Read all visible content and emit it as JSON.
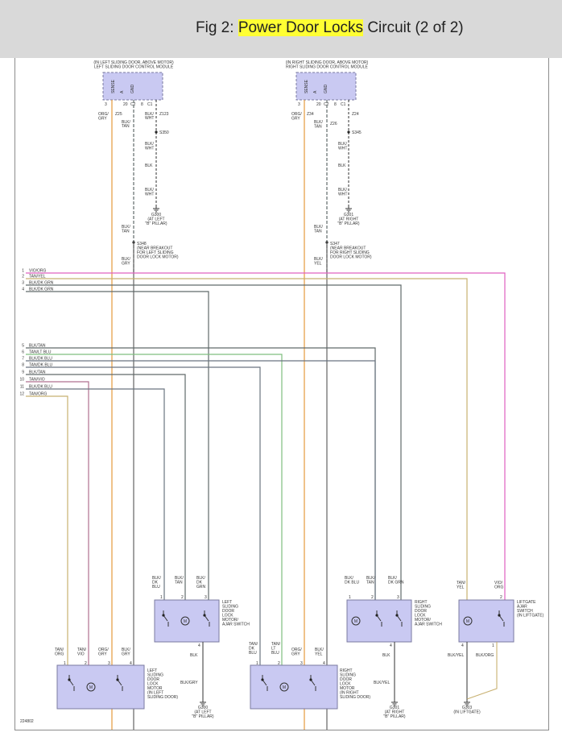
{
  "title": {
    "prefix": "Fig 2: ",
    "highlight": "Power Door Locks",
    "suffix": " Circuit (2 of 2)"
  },
  "colors": {
    "box_fill": "#c9c9f2",
    "box_stroke": "#7a7aa0",
    "wire_orange": "#e6a24a",
    "wire_pink": "#e060c0",
    "wire_yellow": "#c8b070",
    "wire_green": "#7fbf7f",
    "wire_gray": "#606a6a",
    "highlight": "#ffff33"
  },
  "modules": {
    "left": {
      "lines": [
        "(IN LEFT SLIDING DOOR, ABOVE MOTOR)",
        "LEFT SLIDING DOOR CONTROL MODULE"
      ],
      "pins": [
        "SENSE",
        "A",
        "GND"
      ],
      "pin_nums": [
        "3",
        "20",
        "C2",
        "8",
        "C1"
      ]
    },
    "right": {
      "lines": [
        "(IN RIGHT SLIDING DOOR, ABOVE MOTOR)",
        "RIGHT SLIDING DOOR CONTROL MODULE"
      ],
      "pins": [
        "SENSE",
        "A",
        "GND"
      ],
      "pin_nums": [
        "3",
        "20",
        "C2",
        "8",
        "C1"
      ]
    }
  },
  "upper_labels": {
    "left": [
      "ORG/",
      "GRY",
      "Z25",
      "BLK/",
      "TAN",
      "BLK/",
      "WHT",
      "Z123",
      "S350",
      "BLK/",
      "WHT",
      "BLK",
      "BLK/",
      "WHT",
      "G300",
      "(AT LEFT",
      "\"B\" PILLAR)",
      "BLK/",
      "TAN",
      "S348",
      "(NEAR BREAKOUT",
      "FOR LEFT SLIDING",
      "DOOR LOCK MOTOR)",
      "BLK/",
      "GRY"
    ],
    "right": [
      "ORG/",
      "GRY",
      "Z34",
      "BLK/",
      "TAN",
      "Z26",
      "Z24",
      "S345",
      "BLK/",
      "WHT",
      "BLK",
      "BLK/",
      "WHT",
      "G301",
      "(AT RIGHT",
      "\"B\" PILLAR)",
      "BLK/",
      "TAN",
      "S347",
      "(NEAR BREAKOUT",
      "FOR RIGHT SLIDING",
      "DOOR LOCK MOTOR)",
      "BLK/",
      "YEL"
    ]
  },
  "bus": [
    {
      "num": "1",
      "label": "VIO/ORG"
    },
    {
      "num": "2",
      "label": "TAN/YEL"
    },
    {
      "num": "3",
      "label": "BLK/DK GRN"
    },
    {
      "num": "4",
      "label": "BLK/DK GRN"
    },
    {
      "num": "5",
      "label": "BLK/TAN"
    },
    {
      "num": "6",
      "label": "TAN/LT BLU"
    },
    {
      "num": "7",
      "label": "BLK/DK BLU"
    },
    {
      "num": "8",
      "label": "TAN/DK BLU"
    },
    {
      "num": "9",
      "label": "BLK/TAN"
    },
    {
      "num": "10",
      "label": "TAN/VIO"
    },
    {
      "num": "11",
      "label": "BLK/DK BLU"
    },
    {
      "num": "12",
      "label": "TAN/ORG"
    }
  ],
  "ajar": {
    "left": {
      "top_labels": [
        "BLK/",
        "DK",
        "BLU",
        "BLK/",
        "TAN",
        "BLK/",
        "DK",
        "GRN"
      ],
      "pin_nums": [
        "1",
        "2",
        "3"
      ],
      "lines": [
        "LEFT",
        "SLIDING",
        "DOOR",
        "LOCK",
        "MOTOR/",
        "AJAR SWITCH"
      ],
      "bottom_pin": "4",
      "wire": "BLK",
      "wire2": "BLK/GRY",
      "ground": [
        "G300",
        "(AT LEFT",
        "\"B\" PILLAR)"
      ]
    },
    "right": {
      "top_labels": [
        "BLK/",
        "DK BLU",
        "BLK/",
        "TAN",
        "BLK/",
        "DK GRN"
      ],
      "pin_nums": [
        "1",
        "2",
        "3"
      ],
      "lines": [
        "RIGHT",
        "SLIDING",
        "DOOR",
        "LOCK",
        "MOTOR/",
        "AJAR SWITCH"
      ],
      "bottom_pin": "4",
      "wire": "BLK",
      "wire2": "BLK/YEL",
      "ground": [
        "G301",
        "(AT RIGHT",
        "\"B\" PILLAR)"
      ]
    },
    "liftgate": {
      "top_labels": [
        "TAN/",
        "YEL",
        "VIO/",
        "ORG"
      ],
      "pin_nums": [
        "2"
      ],
      "lines": [
        "LIFTGATE",
        "AJAR",
        "SWITCH",
        "(IN LIFTGATE)"
      ],
      "bottom_pins": [
        "4",
        "1"
      ],
      "wires": [
        "BLK/YEL",
        "BLK/ORG"
      ],
      "ground": [
        "G303",
        "(IN LIFTGATE)"
      ]
    }
  },
  "motors": {
    "left": {
      "top_labels": [
        "TAN/",
        "ORG",
        "TAN/",
        "VIO",
        "ORG/",
        "GRY",
        "BLK/",
        "GRY"
      ],
      "pin_nums": [
        "1",
        "2",
        "3",
        "4"
      ],
      "lines": [
        "LEFT",
        "SLIDING",
        "DOOR",
        "LOCK",
        "MOTOR",
        "(IN LEFT",
        "SLIDING DOOR)"
      ]
    },
    "right": {
      "top_labels": [
        "TAN/",
        "DK",
        "BLU",
        "TAN/",
        "LT",
        "BLU",
        "ORG/",
        "GRY",
        "BLK/",
        "YEL"
      ],
      "pin_nums": [
        "1",
        "2",
        "3",
        "4"
      ],
      "lines": [
        "RIGHT",
        "SLIDING",
        "DOOR",
        "LOCK",
        "MOTOR",
        "(IN RIGHT",
        "SLIDING DOOR)"
      ]
    }
  },
  "figure_id": "224802"
}
